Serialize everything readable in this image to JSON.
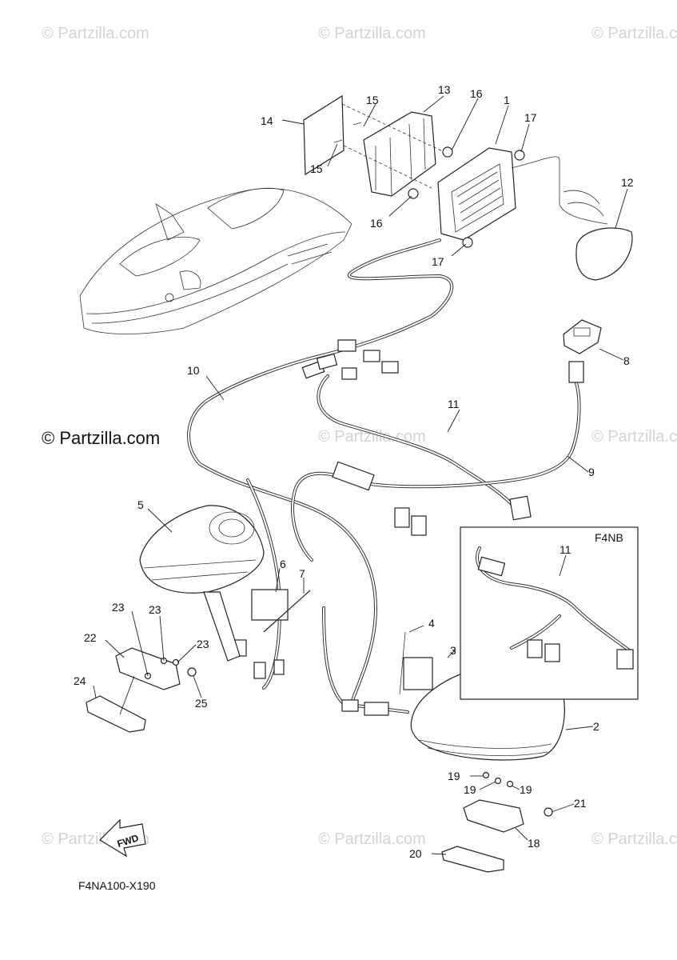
{
  "watermarks": {
    "faint": "© Partzilla.com",
    "main": "© Partzilla.com"
  },
  "inset": {
    "title": "F4NB"
  },
  "figure_code": "F4NA100-X190",
  "fwd_label": "FWD",
  "callouts": {
    "c1": "1",
    "c2": "2",
    "c3": "3",
    "c4": "4",
    "c5": "5",
    "c6": "6",
    "c7": "7",
    "c8": "8",
    "c9": "9",
    "c10": "10",
    "c11a": "11",
    "c11b": "11",
    "c12": "12",
    "c13": "13",
    "c14": "14",
    "c15a": "15",
    "c15b": "15",
    "c16a": "16",
    "c16b": "16",
    "c17a": "17",
    "c17b": "17",
    "c18": "18",
    "c19a": "19",
    "c19b": "19",
    "c19c": "19",
    "c20": "20",
    "c21": "21",
    "c22": "22",
    "c23a": "23",
    "c23b": "23",
    "c23c": "23",
    "c24": "24",
    "c25": "25"
  }
}
